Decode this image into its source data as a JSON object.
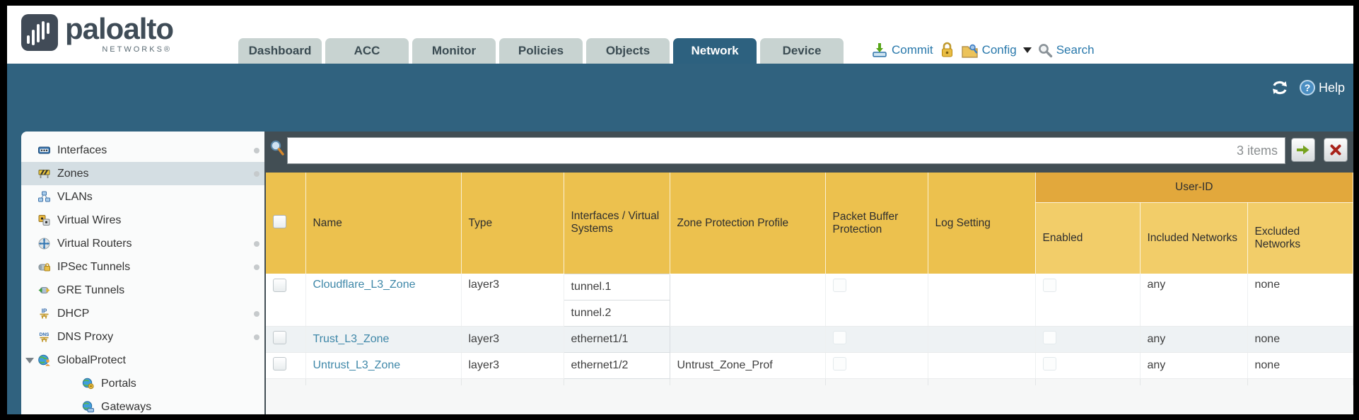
{
  "header": {
    "brand": {
      "name": "paloalto",
      "tagline": "NETWORKS®"
    },
    "tabs": [
      {
        "label": "Dashboard",
        "active": false
      },
      {
        "label": "ACC",
        "active": false
      },
      {
        "label": "Monitor",
        "active": false
      },
      {
        "label": "Policies",
        "active": false
      },
      {
        "label": "Objects",
        "active": false
      },
      {
        "label": "Network",
        "active": true
      },
      {
        "label": "Device",
        "active": false
      }
    ],
    "actions": {
      "commit_label": "Commit",
      "config_label": "Config",
      "search_label": "Search"
    }
  },
  "toolbar": {
    "help_label": "Help"
  },
  "icons": {
    "help_glyph": "?",
    "dhcp_glyph": "IP",
    "dns_glyph": "DNS"
  },
  "sidebar": {
    "items": [
      {
        "label": "Interfaces",
        "selected": false,
        "dot": true
      },
      {
        "label": "Zones",
        "selected": true,
        "dot": true
      },
      {
        "label": "VLANs",
        "selected": false,
        "dot": false
      },
      {
        "label": "Virtual Wires",
        "selected": false,
        "dot": false
      },
      {
        "label": "Virtual Routers",
        "selected": false,
        "dot": true
      },
      {
        "label": "IPSec Tunnels",
        "selected": false,
        "dot": true
      },
      {
        "label": "GRE Tunnels",
        "selected": false,
        "dot": false
      },
      {
        "label": "DHCP",
        "selected": false,
        "dot": true
      },
      {
        "label": "DNS Proxy",
        "selected": false,
        "dot": true
      },
      {
        "label": "GlobalProtect",
        "selected": false,
        "dot": false,
        "expanded": true
      },
      {
        "label": "Portals",
        "selected": false,
        "dot": false,
        "child": true
      },
      {
        "label": "Gateways",
        "selected": false,
        "dot": false,
        "child": true
      }
    ]
  },
  "filterbar": {
    "query": "",
    "count_label": "3 items"
  },
  "table": {
    "group_label": "User-ID",
    "columns": [
      "Name",
      "Type",
      "Interfaces / Virtual Systems",
      "Zone Protection Profile",
      "Packet Buffer Protection",
      "Log Setting",
      "Enabled",
      "Included Networks",
      "Excluded Networks"
    ],
    "rows": [
      {
        "name": "Cloudflare_L3_Zone",
        "type": "layer3",
        "interfaces": [
          "tunnel.1",
          "tunnel.2"
        ],
        "zone_protection_profile": "",
        "packet_buffer_protection": false,
        "log_setting": "",
        "user_id_enabled": false,
        "included_networks": "any",
        "excluded_networks": "none"
      },
      {
        "name": "Trust_L3_Zone",
        "type": "layer3",
        "interfaces": [
          "ethernet1/1"
        ],
        "zone_protection_profile": "",
        "packet_buffer_protection": false,
        "log_setting": "",
        "user_id_enabled": false,
        "included_networks": "any",
        "excluded_networks": "none"
      },
      {
        "name": "Untrust_L3_Zone",
        "type": "layer3",
        "interfaces": [
          "ethernet1/2"
        ],
        "zone_protection_profile": "Untrust_Zone_Prof",
        "packet_buffer_protection": false,
        "log_setting": "",
        "user_id_enabled": false,
        "included_networks": "any",
        "excluded_networks": "none"
      }
    ]
  },
  "colors": {
    "teal_band": "#30627f",
    "header_gold": "#ecc14e",
    "group_band_gold": "#e2a83c",
    "sub_header_gold": "#f2cd69",
    "link_blue": "#3e87a8",
    "main_dark": "#424e54"
  }
}
